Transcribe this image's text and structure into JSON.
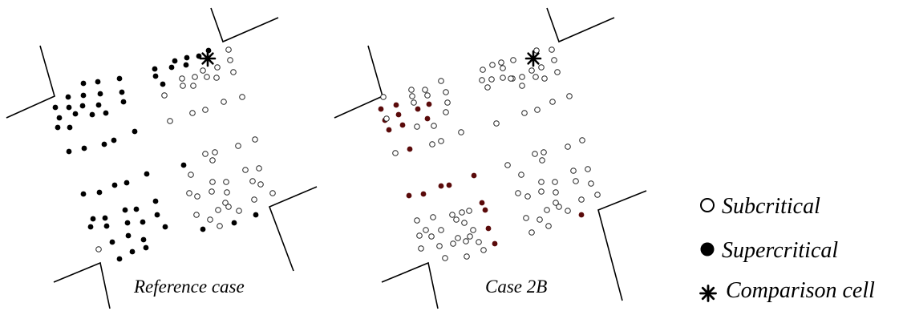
{
  "panels": [
    {
      "id": "reference",
      "caption": "Reference case",
      "supercritical_color": "#000000"
    },
    {
      "id": "case2b",
      "caption": "Case 2B",
      "supercritical_color": "#5a0a0a"
    }
  ],
  "legend": {
    "subcritical": {
      "label": "Subcritical",
      "icon": "hollow-circle-icon"
    },
    "supercritical": {
      "label": "Supercritical",
      "icon": "filled-circle-icon",
      "color": "#000000"
    },
    "comparison": {
      "label": "Comparison cell",
      "icon": "asterisk-icon"
    }
  }
}
